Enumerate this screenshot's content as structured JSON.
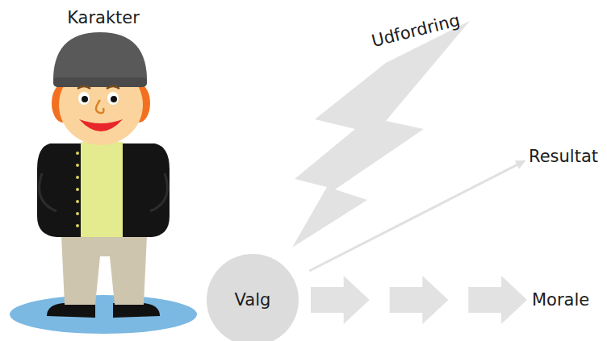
{
  "diagram": {
    "nodes": [
      {
        "text": [
          "Karakter"
        ]
      },
      {
        "text": [
          "Udfordring"
        ]
      },
      {
        "text": [
          "Valg"
        ]
      },
      {
        "text": [
          "Resultat"
        ]
      },
      {
        "text": [
          "Morale"
        ]
      }
    ],
    "edges": [
      {
        "from": 2,
        "to": 3,
        "arrow": "to"
      },
      {
        "from": 2,
        "to": 4,
        "arrow": "to"
      }
    ]
  }
}
